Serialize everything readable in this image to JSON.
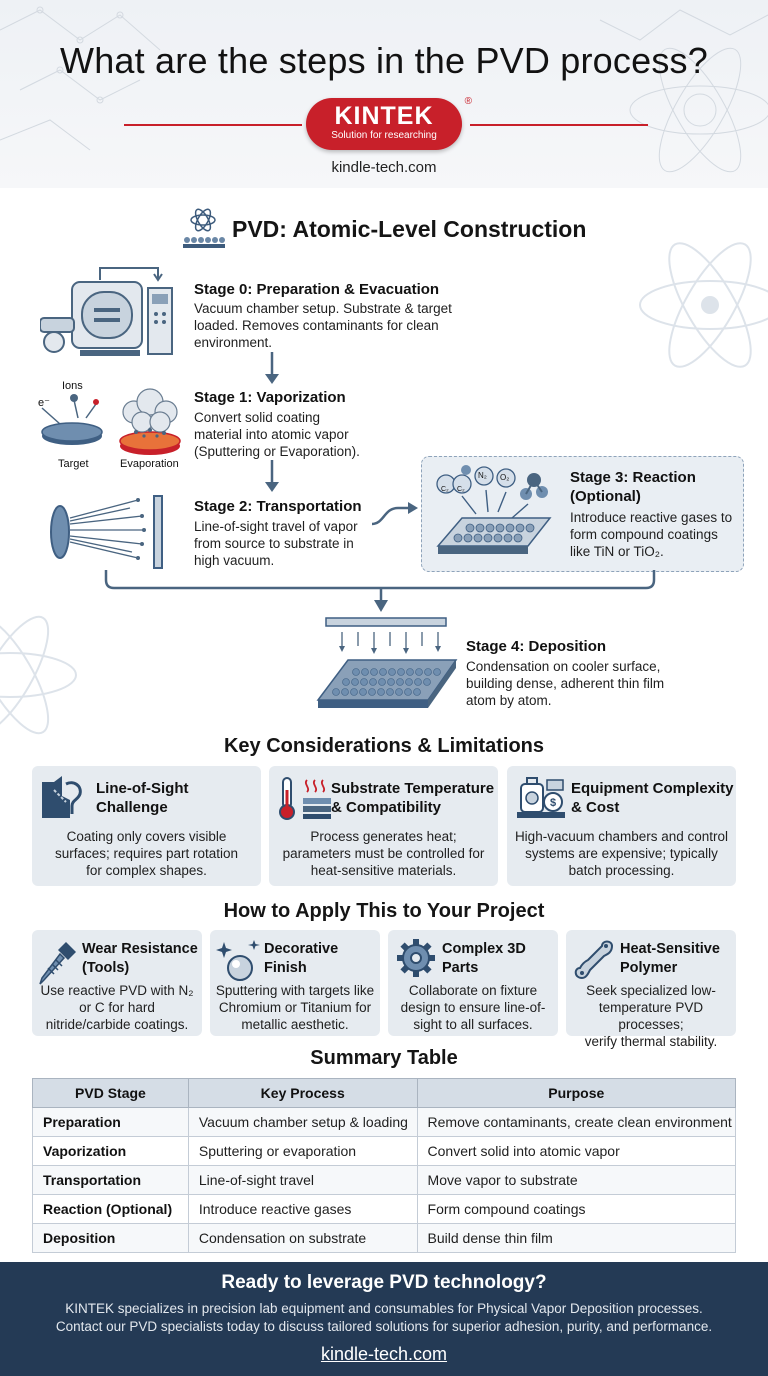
{
  "header": {
    "title": "What are the steps in the PVD process?",
    "logo_brand": "KINTEK",
    "logo_tagline": "Solution for researching",
    "logo_reg": "®",
    "website": "kindle-tech.com"
  },
  "process": {
    "title": "PVD: Atomic-Level Construction",
    "stages": [
      {
        "title": "Stage 0: Preparation & Evacuation",
        "desc_lines": [
          "Vacuum chamber setup. Substrate & target",
          "loaded. Removes contaminants for clean",
          "environment."
        ]
      },
      {
        "title": "Stage 1: Vaporization",
        "desc_lines": [
          "Convert solid coating",
          "material into atomic vapor",
          "(Sputtering or Evaporation)."
        ]
      },
      {
        "title": "Stage 2: Transportation",
        "desc_lines": [
          "Line-of-sight travel of vapor",
          "from source to substrate in",
          "high vacuum."
        ]
      },
      {
        "title_lines": [
          "Stage 3: Reaction",
          "(Optional)"
        ],
        "desc_lines": [
          "Introduce reactive gases to",
          "form compound coatings",
          "like TiN or TiO₂."
        ]
      },
      {
        "title": "Stage 4: Deposition",
        "desc_lines": [
          "Condensation on cooler surface,",
          "building dense, adherent thin film",
          "atom by atom."
        ]
      }
    ],
    "vapor_labels": {
      "ions": "Ions",
      "electron": "e⁻",
      "target": "Target",
      "evaporation": "Evaporation"
    },
    "gas_labels": {
      "n2": "N₂",
      "o2": "O₂",
      "c2": "C₂",
      "c2b": "C₂"
    }
  },
  "considerations": {
    "title": "Key Considerations & Limitations",
    "cards": [
      {
        "icon": "line-of-sight-icon",
        "title_lines": [
          "Line-of-Sight",
          "Challenge"
        ],
        "desc_lines": [
          "Coating only covers visible",
          "surfaces; requires part rotation",
          "for complex shapes."
        ]
      },
      {
        "icon": "thermometer-icon",
        "title_lines": [
          "Substrate Temperature",
          "& Compatibility"
        ],
        "desc_lines": [
          "Process generates heat;",
          "parameters must be controlled for",
          "heat-sensitive materials."
        ]
      },
      {
        "icon": "equipment-cost-icon",
        "title_lines": [
          "Equipment Complexity",
          "& Cost"
        ],
        "desc_lines": [
          "High-vacuum chambers and control",
          "systems are expensive; typically",
          "batch processing."
        ]
      }
    ]
  },
  "apply": {
    "title": "How to Apply This to Your Project",
    "cards": [
      {
        "icon": "drill-bit-icon",
        "title_lines": [
          "Wear Resistance",
          "(Tools)"
        ],
        "desc_lines": [
          "Use reactive PVD with N₂",
          "or C for hard",
          "nitride/carbide coatings."
        ]
      },
      {
        "icon": "sparkle-sphere-icon",
        "title_lines": [
          "Decorative",
          "Finish"
        ],
        "desc_lines": [
          "Sputtering with targets like",
          "Chromium or Titanium for",
          "metallic aesthetic."
        ]
      },
      {
        "icon": "gear-icon",
        "title_lines": [
          "Complex 3D",
          "Parts"
        ],
        "desc_lines": [
          "Collaborate on fixture",
          "design to ensure line-of-",
          "sight to all surfaces."
        ]
      },
      {
        "icon": "polymer-part-icon",
        "title_lines": [
          "Heat-Sensitive",
          "Polymer"
        ],
        "desc_lines": [
          "Seek specialized low-",
          "temperature PVD processes;",
          "verify thermal stability."
        ]
      }
    ]
  },
  "summary": {
    "title": "Summary Table",
    "headers": [
      "PVD Stage",
      "Key Process",
      "Purpose"
    ],
    "rows": [
      [
        "Preparation",
        "Vacuum chamber setup & loading",
        "Remove contaminants, create clean environment"
      ],
      [
        "Vaporization",
        "Sputtering or evaporation",
        "Convert solid into atomic vapor"
      ],
      [
        "Transportation",
        "Line-of-sight travel",
        "Move vapor to substrate"
      ],
      [
        "Reaction (Optional)",
        "Introduce reactive gases",
        "Form compound coatings"
      ],
      [
        "Deposition",
        "Condensation on substrate",
        "Build dense thin film"
      ]
    ]
  },
  "footer": {
    "headline": "Ready to leverage PVD technology?",
    "lines": [
      "KINTEK specializes in precision lab equipment and consumables for Physical Vapor Deposition processes.",
      "Contact our PVD specialists today to discuss tailored solutions for superior adhesion, purity, and performance."
    ],
    "website": "kindle-tech.com"
  },
  "colors": {
    "brand_red": "#c8202a",
    "footer_navy": "#243a55",
    "card_bg": "#e6ebf0",
    "accent_steel": "#4a6580"
  }
}
